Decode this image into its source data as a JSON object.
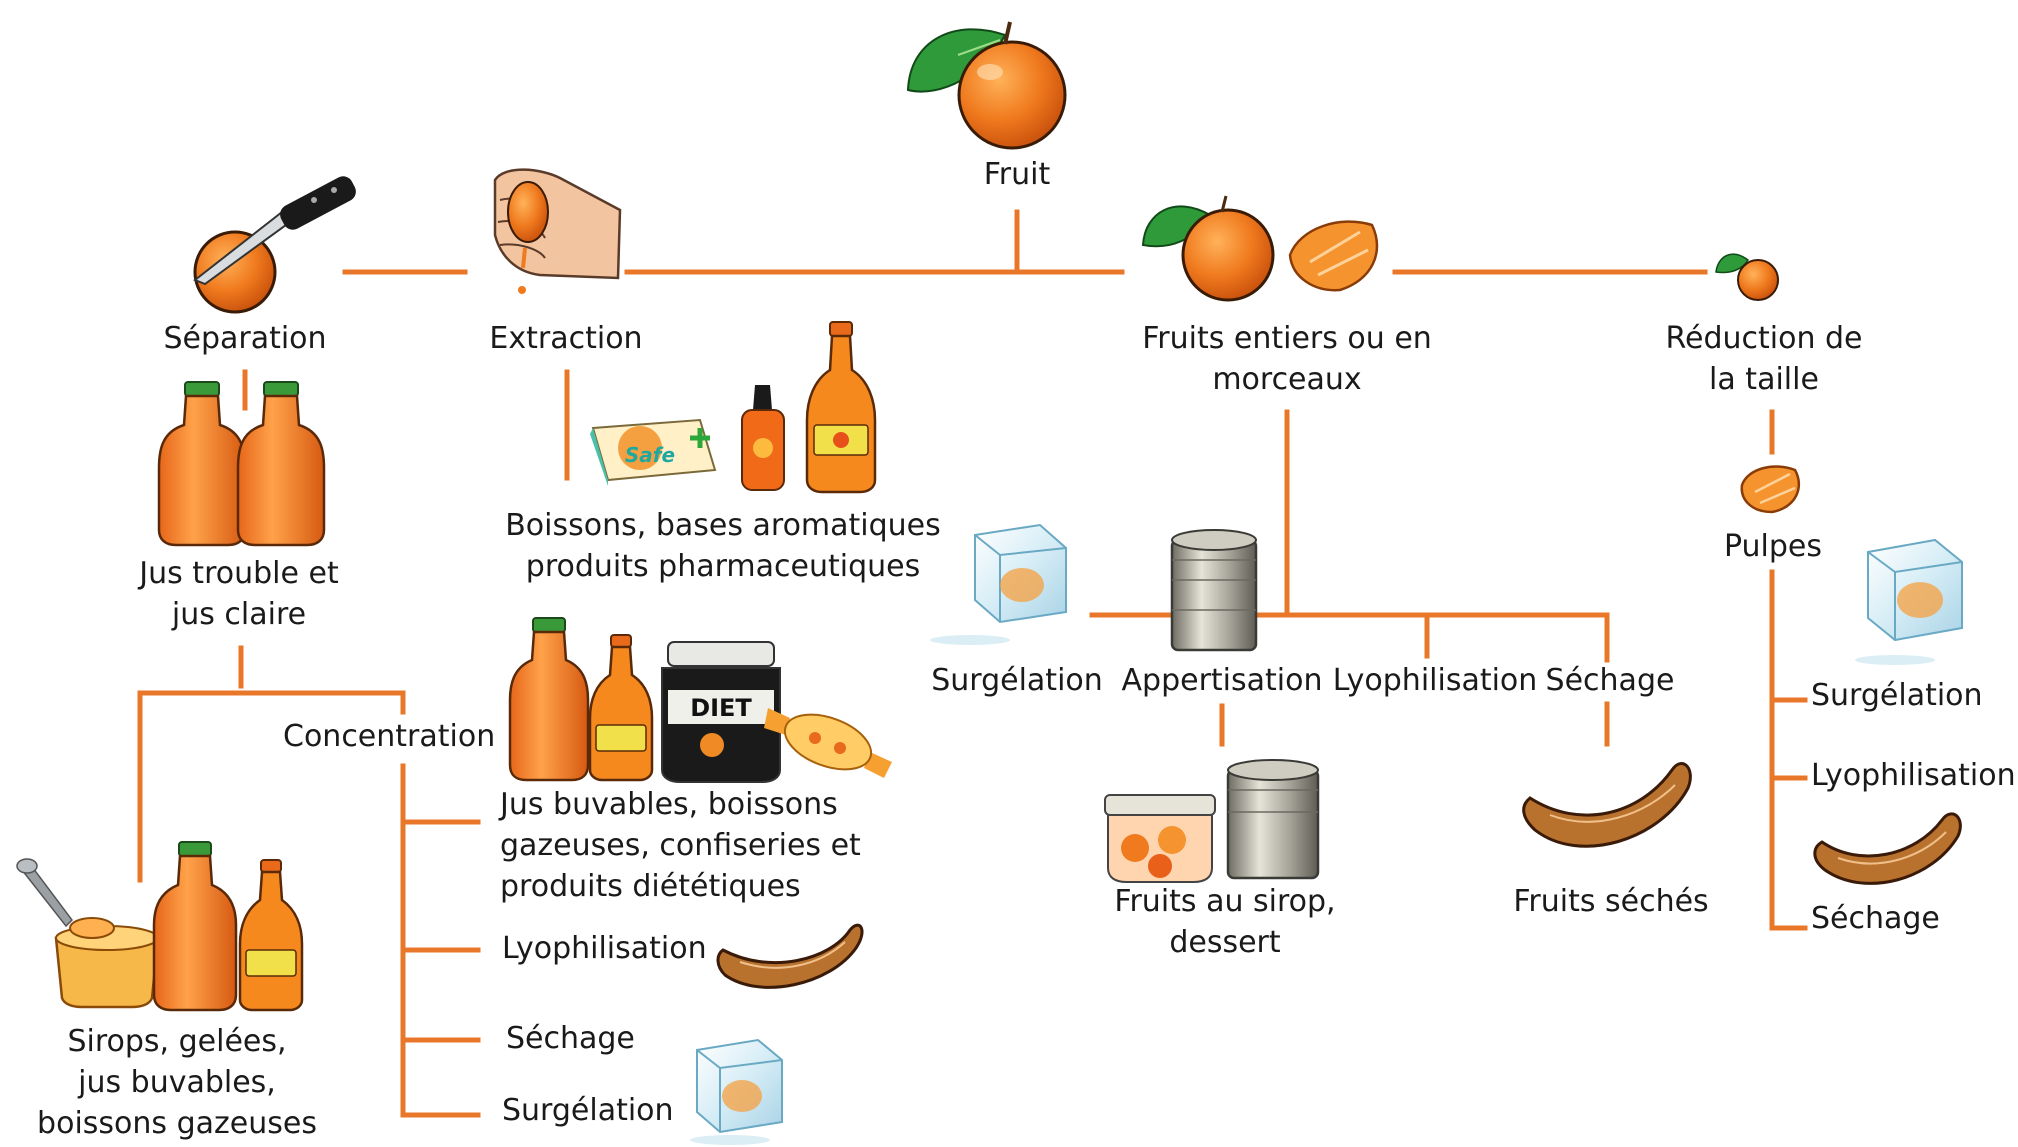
{
  "diagram": {
    "root": "Fruit",
    "separation": "Séparation",
    "extraction": "Extraction",
    "whole": {
      "line1": "Fruits entiers ou en",
      "line2": "morceaux"
    },
    "reduction": {
      "line1": "Réduction de",
      "line2": "la taille"
    },
    "juice": {
      "line1": "Jus trouble et",
      "line2": "jus claire"
    },
    "concentration": "Concentration",
    "syrups": {
      "line1": "Sirops, gelées,",
      "line2": "jus buvables,",
      "line3": "boissons gazeuses"
    },
    "conc_products": {
      "line1": "Jus buvables, boissons",
      "line2": "gazeuses, confiseries et",
      "line3": "produits diététiques"
    },
    "conc_lyo": "Lyophilisation",
    "conc_sechage": "Séchage",
    "conc_surgelation": "Surgélation",
    "extraction_products": {
      "line1": "Boissons, bases aromatiques",
      "line2": "produits pharmaceutiques"
    },
    "whole_surgelation": "Surgélation",
    "appertisation": "Appertisation",
    "whole_lyo": "Lyophilisation",
    "whole_sechage": "Séchage",
    "syrup_fruits": {
      "line1": "Fruits au sirop,",
      "line2": "dessert"
    },
    "dried_fruits": "Fruits séchés",
    "pulpes": "Pulpes",
    "pulp_surgelation": "Surgélation",
    "pulp_lyo": "Lyophilisation",
    "pulp_sechage": "Séchage",
    "box_brand": "Safe",
    "jar_brand": "DIET",
    "colors": {
      "connector": "#e8772a",
      "orange": "#f08a24",
      "leaf": "#2e9a3a",
      "ice": "#dbeef5",
      "tin": "#9a9a92"
    }
  }
}
